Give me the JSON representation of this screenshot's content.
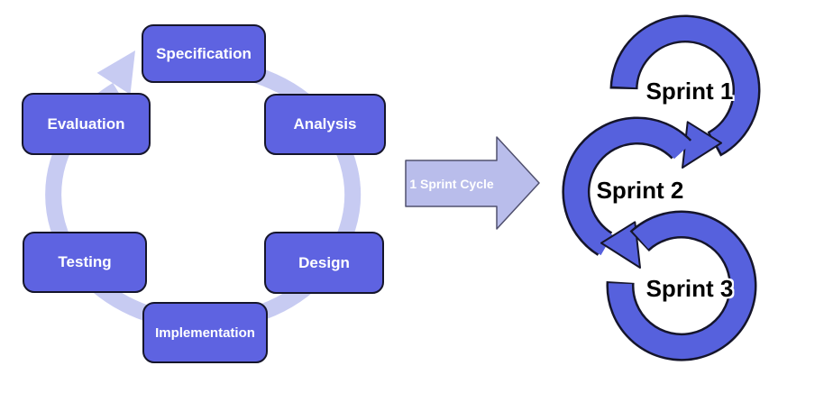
{
  "cycle": {
    "steps": [
      {
        "label": "Specification"
      },
      {
        "label": "Analysis"
      },
      {
        "label": "Design"
      },
      {
        "label": "Implementation"
      },
      {
        "label": "Testing"
      },
      {
        "label": "Evaluation"
      }
    ],
    "flow_direction": "clockwise"
  },
  "transition": {
    "label": "1 Sprint Cycle"
  },
  "sprints": [
    {
      "label": "Sprint 1"
    },
    {
      "label": "Sprint 2"
    },
    {
      "label": "Sprint 3"
    }
  ],
  "colors": {
    "step_box_fill": "#5e63e1",
    "step_text": "#ffffff",
    "cycle_ring": "#c7cbf2",
    "transition_arrow_fill": "#b9bdeb",
    "sprint_loop_fill": "#5661dd",
    "outline": "#15152b",
    "sprint_text": "#000000",
    "background": "#ffffff"
  }
}
